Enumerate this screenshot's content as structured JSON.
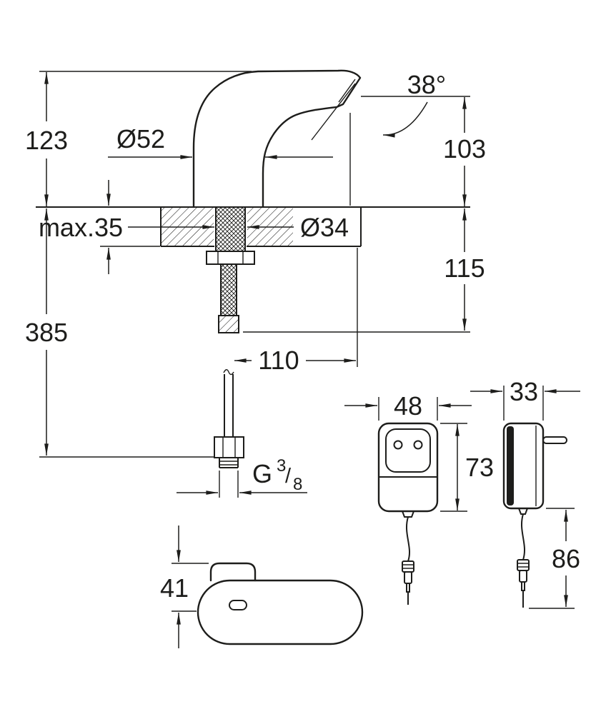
{
  "drawing": {
    "faucet": {
      "height_above_deck": "123",
      "body_diameter": "Ø52",
      "spray_angle": "38°",
      "spout_height": "103",
      "deck_thickness_max": "max.35",
      "hole_diameter": "Ø34",
      "hose_drop_below_deck": "115",
      "supply_length_below_deck": "385",
      "hose_horizontal_offset": "110",
      "thread_prefix": "G",
      "thread_numerator": "3",
      "thread_slash": "/",
      "thread_denominator": "8"
    },
    "top_view": {
      "spout_width": "41"
    },
    "power_adapter": {
      "front_width": "48",
      "side_depth": "33",
      "body_height": "73",
      "cable_length": "86"
    },
    "colors": {
      "line": "#1d1d1b",
      "background": "#ffffff"
    }
  }
}
